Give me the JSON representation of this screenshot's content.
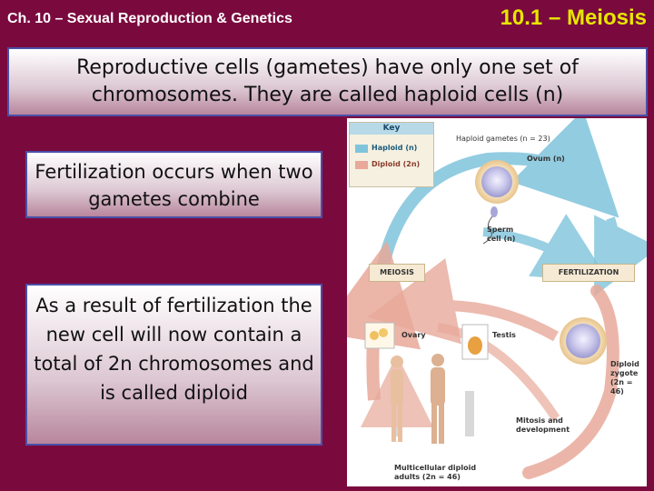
{
  "header": {
    "chapter": "Ch. 10 – Sexual Reproduction & Genetics",
    "section": "10.1 – Meiosis"
  },
  "boxes": {
    "gametes_text": "Reproductive cells (gametes) have only one set of chromosomes. They are called haploid cells (n)",
    "fertilization_text": "Fertilization occurs when two gametes combine",
    "diploid_text": "As a result of fertilization the new cell will now contain a total of 2n chromosomes and is called diploid"
  },
  "diagram": {
    "key": {
      "title": "Key",
      "haploid": "Haploid (n)",
      "diploid": "Diploid (2n)"
    },
    "labels": {
      "haploid_gametes": "Haploid gametes (n = 23)",
      "ovum": "Ovum (n)",
      "sperm": "Sperm cell (n)",
      "meiosis": "MEIOSIS",
      "fertilization": "FERTILIZATION",
      "ovary": "Ovary",
      "testis": "Testis",
      "diploid_zygote": "Diploid zygote (2n = 46)",
      "mitosis": "Mitosis and development",
      "adults": "Multicellular diploid adults (2n = 46)"
    },
    "colors": {
      "haploid": "#7fc4dc",
      "diploid": "#e8a99a"
    }
  }
}
